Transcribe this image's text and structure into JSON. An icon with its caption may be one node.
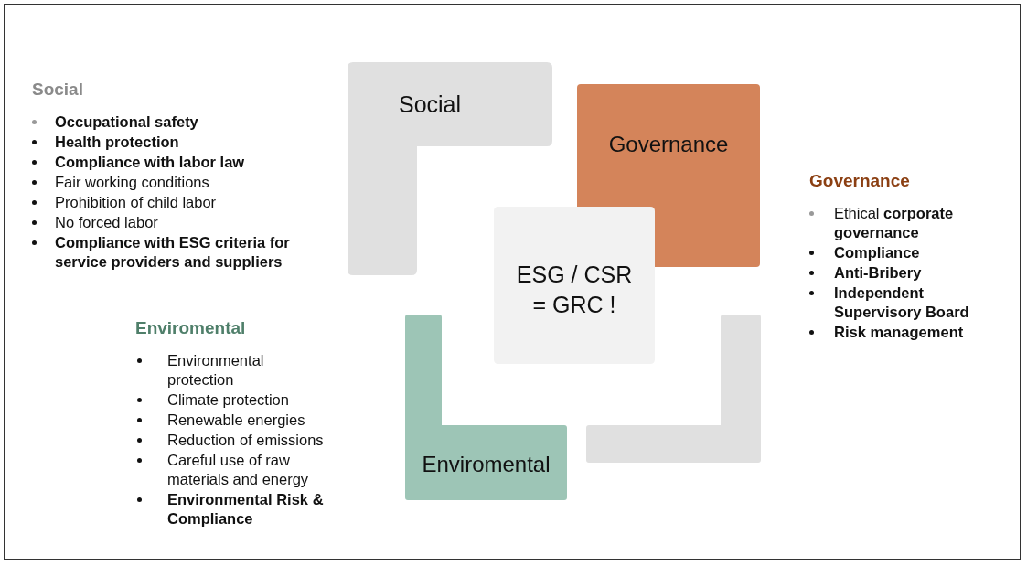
{
  "diagram": {
    "nodes": [
      {
        "text": [
          "Social"
        ]
      },
      {
        "text": [
          "Governance"
        ]
      },
      {
        "text": [
          "ESG / CSR = GRC !"
        ]
      },
      {
        "text": [
          "Enviromental"
        ]
      },
      {
        "text": [],
        "shape": "box"
      }
    ],
    "edges": [],
    "labels": [
      "Social",
      "Occupational safety",
      "Health protection",
      "Compliance with labor law",
      "Fair working conditions",
      "Prohibition of child labor",
      "No forced labor",
      "Compliance with ESG criteria for service providers and suppliers",
      "Governance",
      "Ethical **corporate governance**",
      "Compliance",
      "Anti-Bribery",
      "Independent Supervisory Board",
      "Risk management",
      "Enviromental",
      "Environmental protection",
      "Climate protection",
      "Renewable energies",
      "Reduction of emissions",
      "Careful use of raw materials and energy",
      "Environmental Risk & Compliance"
    ]
  }
}
